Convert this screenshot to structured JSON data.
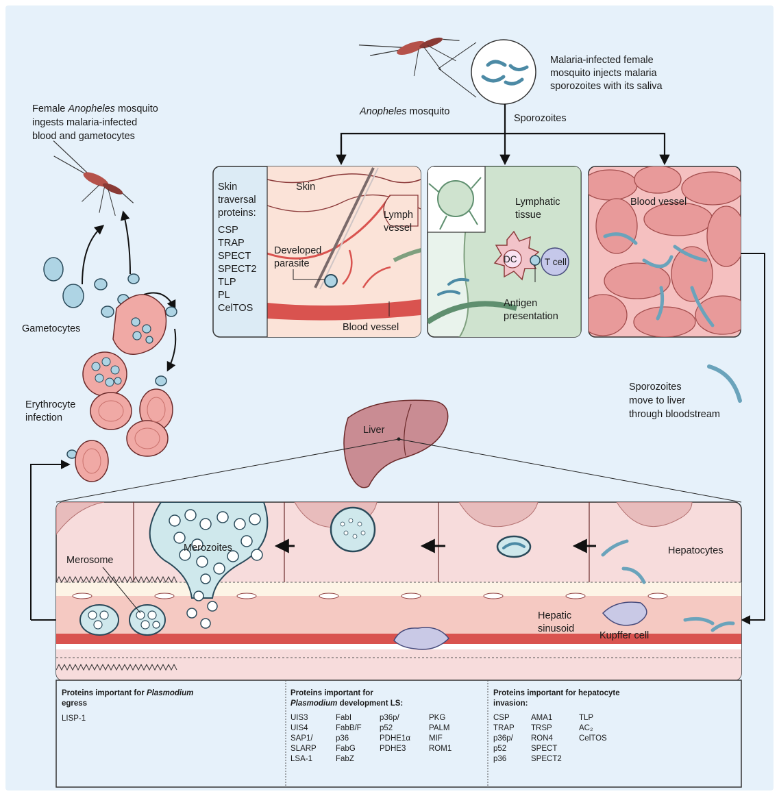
{
  "colors": {
    "background": "#e6f1fa",
    "cell_fill": "#f0c9c4",
    "cell_stroke": "#6b2a2a",
    "parasite": "#aed4e4",
    "vessel": "#d9534f",
    "lymph_tissue": "#cfe3cf",
    "liver": "#c98c93",
    "kupffer": "#c9c9e6"
  },
  "icons": [
    "mosquito-icon",
    "mosquito-icon",
    "sporozoite-icon",
    "dendritic-cell-icon",
    "t-cell-icon",
    "merozoite-icon",
    "liver-icon"
  ],
  "top": {
    "mosquito_caption": [
      "Malaria-infected female",
      "mosquito injects malaria",
      "sporozoites with its saliva"
    ],
    "mosquito_name_italic": "Anopheles",
    "mosquito_name_rest": " mosquito",
    "sporozoites": "Sporozoites"
  },
  "left": {
    "ingest_line1_a": "Female ",
    "ingest_line1_italic": "Anopheles",
    "ingest_line1_b": " mosquito",
    "ingest_line2": "ingests malaria-infected",
    "ingest_line3": "blood and gametocytes",
    "gametocytes": "Gametocytes",
    "erythrocyte_line1": "Erythrocyte",
    "erythrocyte_line2": "infection"
  },
  "panel_skin": {
    "proteins_header": [
      "Skin",
      "traversal",
      "proteins:"
    ],
    "proteins": [
      "CSP",
      "TRAP",
      "SPECT",
      "SPECT2",
      "TLP",
      "PL",
      "CelTOS"
    ],
    "skin": "Skin",
    "lymph_vessel": [
      "Lymph",
      "vessel"
    ],
    "developed_parasite": [
      "Developed",
      "parasite"
    ],
    "blood_vessel": "Blood vessel"
  },
  "panel_lymph": {
    "lymphatic_tissue": [
      "Lymphatic",
      "tissue"
    ],
    "dc": "DC",
    "t_cell": "T cell",
    "antigen": [
      "Antigen",
      "presentation"
    ]
  },
  "panel_blood": {
    "blood_vessel": "Blood vessel"
  },
  "right": {
    "move": [
      "Sporozoites",
      "move to liver",
      "through bloodstream"
    ]
  },
  "liver": {
    "liver": "Liver",
    "hepatocytes": "Hepatocytes",
    "merozoites": "Merozoites",
    "merosome": "Merosome",
    "hepatic_sinusoid": [
      "Hepatic",
      "sinusoid"
    ],
    "kupffer": "Kupffer cell"
  },
  "proteins_bottom": {
    "egress": {
      "header_a": "Proteins important for ",
      "header_italic": "Plasmodium",
      "header_line2": "egress",
      "items": [
        "LISP-1"
      ]
    },
    "development": {
      "header_line1": "Proteins important for",
      "header_italic": "Plasmodium",
      "header_rest": " development LS:",
      "col1": [
        "UIS3",
        "UIS4",
        "SAP1/",
        "SLARP",
        "LSA-1"
      ],
      "col2": [
        "FabI",
        "FabB/F",
        "p36",
        "FabG",
        "FabZ"
      ],
      "col3": [
        "p36p/",
        "p52",
        "PDHE1α",
        "PDHE3"
      ],
      "col4": [
        "PKG",
        "PALM",
        "MIF",
        "ROM1"
      ]
    },
    "invasion": {
      "header_line1": "Proteins important for hepatocyte",
      "header_line2": "invasion:",
      "col1": [
        "CSP",
        "TRAP",
        "p36p/",
        "p52",
        "p36"
      ],
      "col2": [
        "AMA1",
        "TRSP",
        "RON4",
        "SPECT",
        "SPECT2"
      ],
      "col3": [
        "TLP",
        "AC₂",
        "CelTOS"
      ]
    }
  }
}
